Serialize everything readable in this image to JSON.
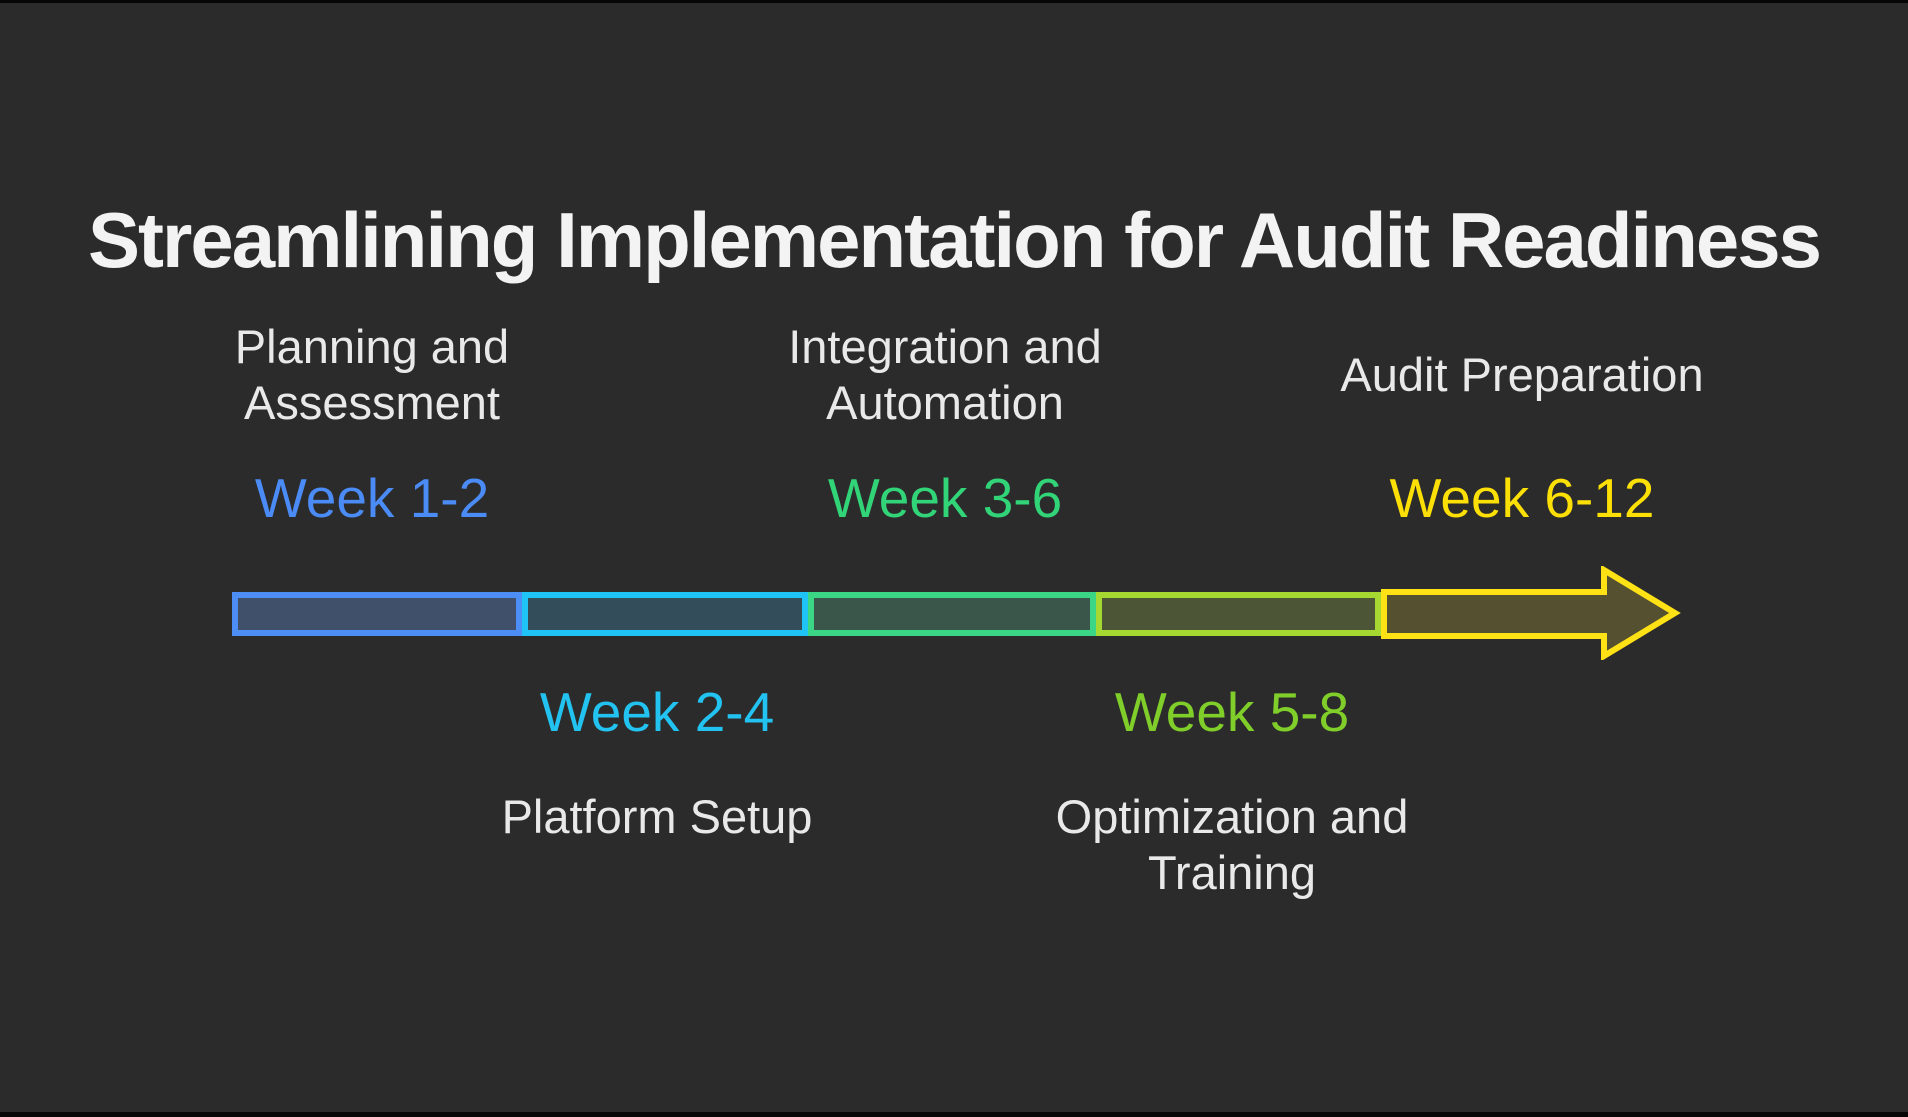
{
  "title": "Streamlining Implementation for Audit Readiness",
  "theme": {
    "background": "#2b2b2c",
    "edge_bar": "#060606",
    "title_color": "#f3f3f3",
    "label_color": "#e9e9e9"
  },
  "phases": {
    "above": [
      {
        "name": "Planning and Assessment",
        "week": "Week 1-2",
        "week_color": "#4a8bf5"
      },
      {
        "name": "Integration and Automation",
        "week": "Week 3-6",
        "week_color": "#32d478"
      },
      {
        "name": "Audit Preparation",
        "week": "Week 6-12",
        "week_color": "#fcdf05"
      }
    ],
    "below": [
      {
        "name": "Platform Setup",
        "week": "Week 2-4",
        "week_color": "#23c3f1"
      },
      {
        "name": "Optimization and Training",
        "week": "Week 5-8",
        "week_color": "#80ce2a"
      }
    ]
  },
  "arrow": {
    "direction": "right",
    "segments": [
      {
        "phase": "Planning and Assessment",
        "stroke": "#4c8df6",
        "fill": "#40506a"
      },
      {
        "phase": "Platform Setup",
        "stroke": "#1fc3f5",
        "fill": "#334e5a"
      },
      {
        "phase": "Integration and Automation",
        "stroke": "#3bd586",
        "fill": "#3a564b"
      },
      {
        "phase": "Optimization and Training",
        "stroke": "#a5d931",
        "fill": "#4c5637"
      },
      {
        "phase": "Audit Preparation",
        "stroke": "#fee215",
        "fill": "#555130"
      }
    ]
  }
}
